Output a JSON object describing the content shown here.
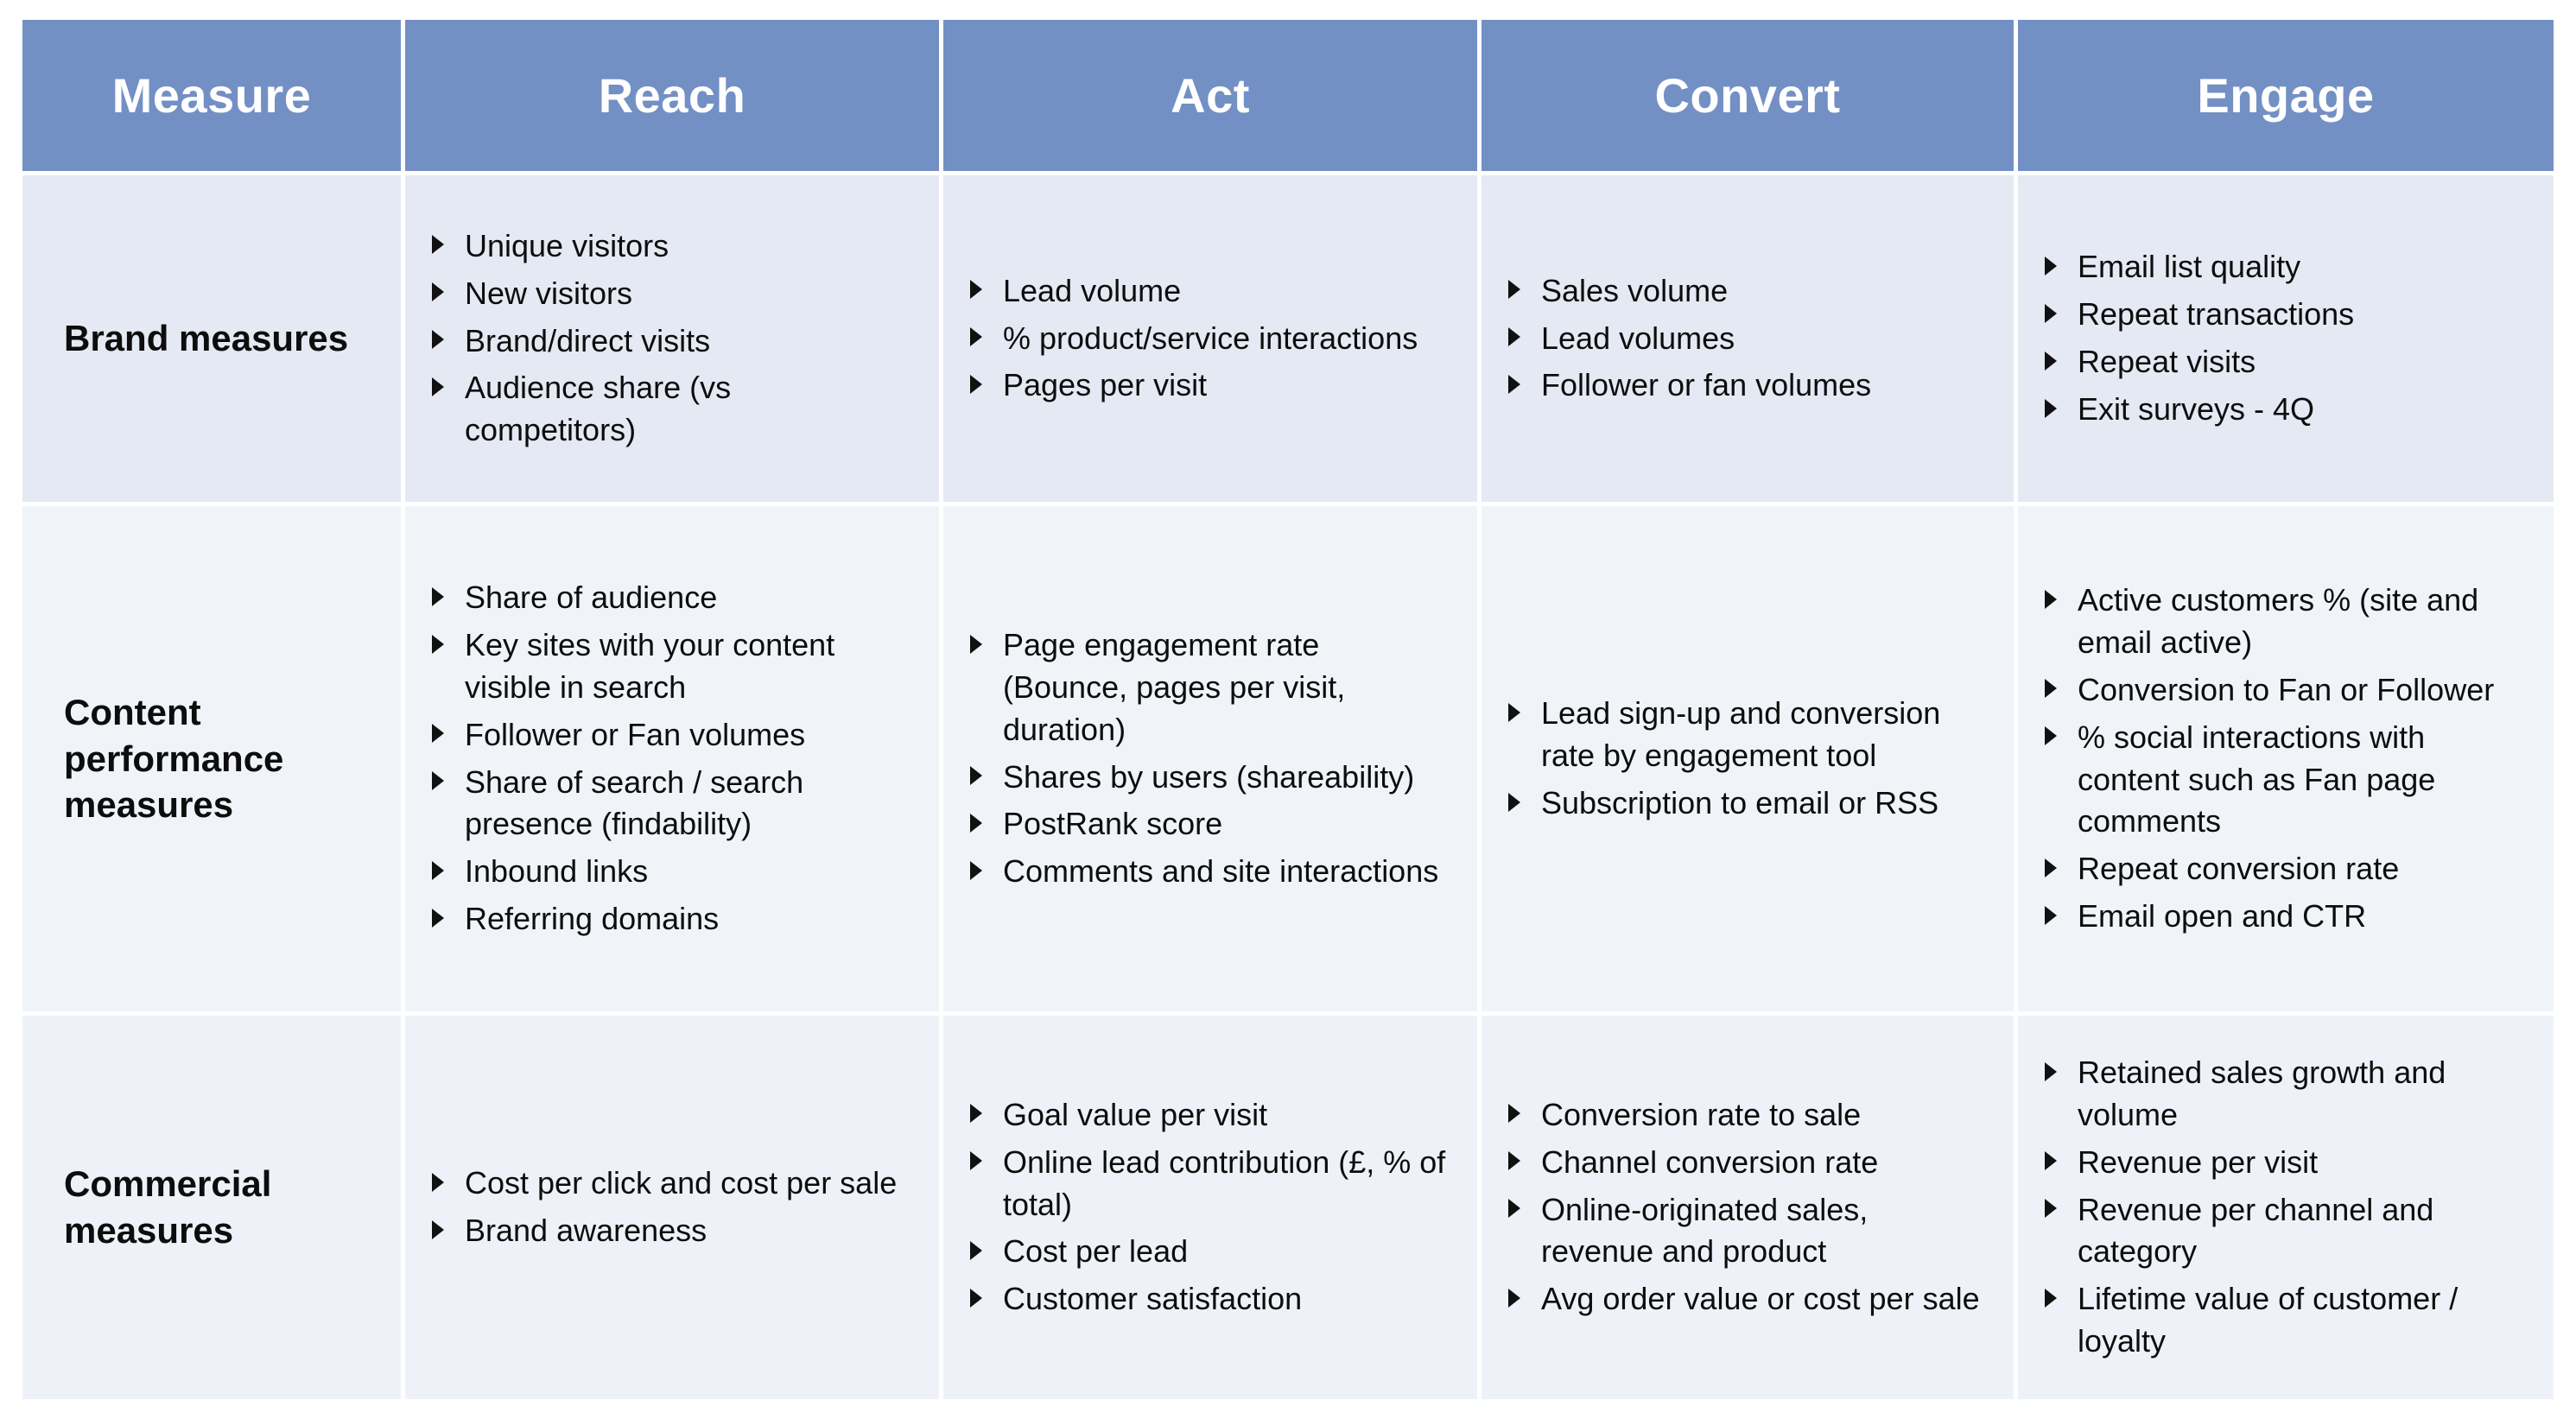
{
  "colors": {
    "header_bg": "#7390c5",
    "header_text": "#ffffff",
    "row1_bg": "#e4e9f3",
    "row2_bg": "#f0f4f9",
    "row3_bg": "#eef2f8",
    "body_text": "#0d0d0d",
    "grid_lines": "#ffffff"
  },
  "bullet_icon": "right-triangle-bullet",
  "table": {
    "headers": [
      "Measure",
      "Reach",
      "Act",
      "Convert",
      "Engage"
    ],
    "rows": [
      {
        "label": "Brand measures",
        "cells": [
          {
            "column": "Reach",
            "items": [
              "Unique visitors",
              "New visitors",
              "Brand/direct visits",
              "Audience share (vs competitors)"
            ]
          },
          {
            "column": "Act",
            "items": [
              "Lead volume",
              "% product/service interactions",
              "Pages per visit"
            ]
          },
          {
            "column": "Convert",
            "items": [
              "Sales volume",
              "Lead volumes",
              "Follower or fan volumes"
            ]
          },
          {
            "column": "Engage",
            "items": [
              "Email list quality",
              "Repeat transactions",
              "Repeat visits",
              "Exit surveys - 4Q"
            ]
          }
        ]
      },
      {
        "label": "Content performance measures",
        "cells": [
          {
            "column": "Reach",
            "items": [
              "Share of audience",
              "Key sites with your content visible in search",
              "Follower or Fan volumes",
              "Share of search / search presence (findability)",
              "Inbound links",
              "Referring domains"
            ]
          },
          {
            "column": "Act",
            "items": [
              "Page engagement rate (Bounce, pages per visit, duration)",
              "Shares by users (shareability)",
              "PostRank score",
              "Comments and site interactions"
            ]
          },
          {
            "column": "Convert",
            "items": [
              "Lead sign-up and conversion rate by engagement tool",
              "Subscription to email or RSS"
            ]
          },
          {
            "column": "Engage",
            "items": [
              "Active customers % (site and email active)",
              "Conversion to Fan or Follower",
              "% social interactions with content such as Fan page comments",
              "Repeat conversion rate",
              "Email open and CTR"
            ]
          }
        ]
      },
      {
        "label": "Commercial measures",
        "cells": [
          {
            "column": "Reach",
            "items": [
              "Cost per click and cost per sale",
              "Brand awareness"
            ]
          },
          {
            "column": "Act",
            "items": [
              "Goal value per visit",
              "Online lead contribution (£, % of total)",
              "Cost per lead",
              "Customer satisfaction"
            ]
          },
          {
            "column": "Convert",
            "items": [
              "Conversion rate to sale",
              "Channel conversion rate",
              "Online-originated sales, revenue and product",
              "Avg order value or cost per sale"
            ]
          },
          {
            "column": "Engage",
            "items": [
              "Retained sales growth and volume",
              "Revenue per visit",
              "Revenue per channel and category",
              "Lifetime value of customer / loyalty"
            ]
          }
        ]
      }
    ]
  }
}
